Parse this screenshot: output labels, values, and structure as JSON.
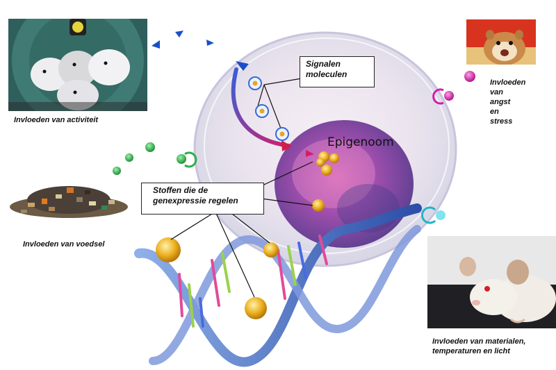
{
  "captions": {
    "activity": "Invloeden van activiteit",
    "food": "Invloeden van voedsel",
    "stress_lines": [
      "Invloeden",
      "van",
      "angst",
      "en",
      "stress"
    ],
    "materials_lines": [
      "Invloeden van materialen,",
      "temperaturen en licht"
    ]
  },
  "labels": {
    "signal_lines": [
      "Signalen",
      "moleculen"
    ],
    "regulators_lines": [
      "Stoffen die de",
      "genexpressie regelen"
    ],
    "epigenome": "Epigenoom"
  },
  "colors": {
    "signal_triangle": "#1a4fc9",
    "green_molecule": "#2fae4a",
    "magenta_molecule": "#d21ea8",
    "cyan_molecule": "#1fb6c8",
    "gold_molecule": "#e8a81c",
    "nucleus": "#8a3f9e"
  }
}
